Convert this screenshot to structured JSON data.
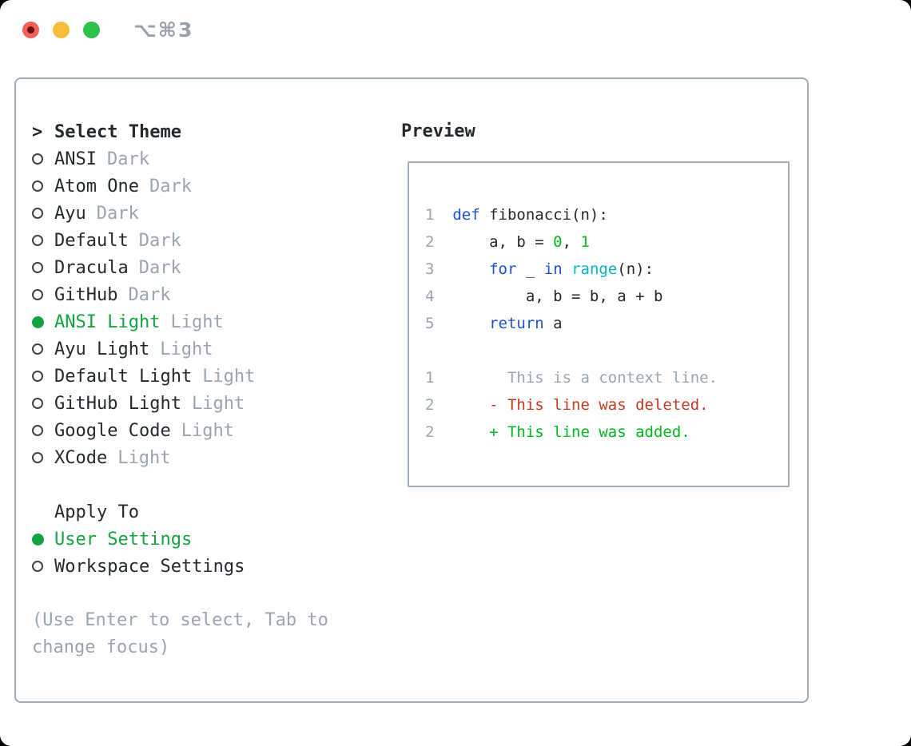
{
  "titlebar": {
    "title": "⌥⌘3"
  },
  "colors": {
    "text": "#24292e",
    "muted": "#9aa4b2",
    "border": "#a2aab6",
    "green_select": "#14a341",
    "green_add": "#00b81f",
    "red_del": "#c43a22",
    "blue_kw": "#1d52d2",
    "cyan_fn": "#00b6c2",
    "title_gray": "#9aa0a8",
    "tl_red": "#f4605a",
    "tl_red_dot": "#681311",
    "tl_yellow": "#f8bd38",
    "tl_green": "#30c14a"
  },
  "theme_panel": {
    "prompt": ">",
    "select_heading": "Select Theme",
    "themes": [
      {
        "name": "ANSI",
        "variant": "Dark",
        "selected": false
      },
      {
        "name": "Atom One",
        "variant": "Dark",
        "selected": false
      },
      {
        "name": "Ayu",
        "variant": "Dark",
        "selected": false
      },
      {
        "name": "Default",
        "variant": "Dark",
        "selected": false
      },
      {
        "name": "Dracula",
        "variant": "Dark",
        "selected": false
      },
      {
        "name": "GitHub",
        "variant": "Dark",
        "selected": false
      },
      {
        "name": "ANSI Light",
        "variant": "Light",
        "selected": true
      },
      {
        "name": "Ayu Light",
        "variant": "Light",
        "selected": false
      },
      {
        "name": "Default Light",
        "variant": "Light",
        "selected": false
      },
      {
        "name": "GitHub Light",
        "variant": "Light",
        "selected": false
      },
      {
        "name": "Google Code",
        "variant": "Light",
        "selected": false
      },
      {
        "name": "XCode",
        "variant": "Light",
        "selected": false
      }
    ],
    "apply_heading": "Apply To",
    "targets": [
      {
        "name": "User Settings",
        "selected": true
      },
      {
        "name": "Workspace Settings",
        "selected": false
      }
    ],
    "hint_line1": "(Use Enter to select, Tab to",
    "hint_line2": "change focus)"
  },
  "preview": {
    "heading": "Preview",
    "code_lines": [
      [
        {
          "t": "1  ",
          "c": "gutter"
        },
        {
          "t": "def",
          "c": "kw"
        },
        {
          "t": " fibonacci(n):",
          "c": "plain"
        }
      ],
      [
        {
          "t": "2  ",
          "c": "gutter"
        },
        {
          "t": "    a, b = ",
          "c": "plain"
        },
        {
          "t": "0",
          "c": "lit"
        },
        {
          "t": ", ",
          "c": "plain"
        },
        {
          "t": "1",
          "c": "lit"
        }
      ],
      [
        {
          "t": "3  ",
          "c": "gutter"
        },
        {
          "t": "    ",
          "c": "plain"
        },
        {
          "t": "for",
          "c": "kw"
        },
        {
          "t": " _ ",
          "c": "plain"
        },
        {
          "t": "in",
          "c": "kw"
        },
        {
          "t": " ",
          "c": "plain"
        },
        {
          "t": "range",
          "c": "fn"
        },
        {
          "t": "(n):",
          "c": "plain"
        }
      ],
      [
        {
          "t": "4  ",
          "c": "gutter"
        },
        {
          "t": "        a, b = b, a + b",
          "c": "plain"
        }
      ],
      [
        {
          "t": "5  ",
          "c": "gutter"
        },
        {
          "t": "    ",
          "c": "plain"
        },
        {
          "t": "return",
          "c": "kw"
        },
        {
          "t": " a",
          "c": "plain"
        }
      ],
      [],
      [
        {
          "t": "1  ",
          "c": "gutter"
        },
        {
          "t": "      This is a context line.",
          "c": "ctx"
        }
      ],
      [
        {
          "t": "2  ",
          "c": "gutter"
        },
        {
          "t": "    - This line was deleted.",
          "c": "del"
        }
      ],
      [
        {
          "t": "2  ",
          "c": "gutter"
        },
        {
          "t": "    + This line was added.",
          "c": "add"
        }
      ]
    ]
  }
}
